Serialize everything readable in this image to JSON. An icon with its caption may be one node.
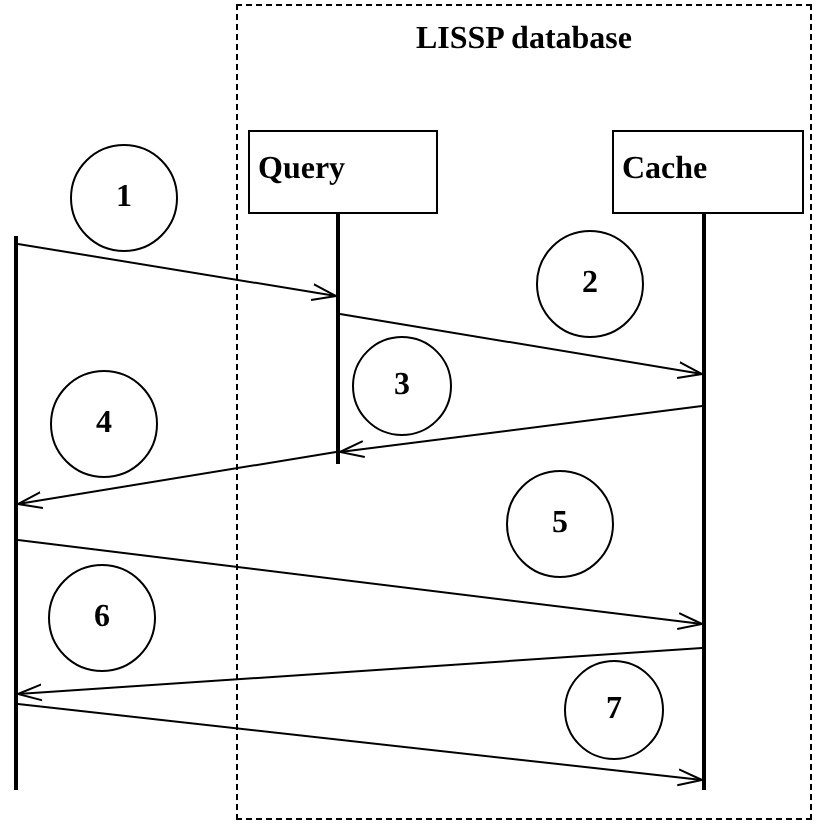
{
  "diagram": {
    "nodes": [
      {
        "text": [
          "LISSP database"
        ]
      },
      {
        "text": [
          "Query"
        ],
        "in": 0
      },
      {
        "text": [
          "Cache"
        ],
        "in": 0
      },
      {
        "text": [
          "1"
        ]
      },
      {
        "text": [],
        "shape": "bar"
      },
      {
        "text": [],
        "shape": "bar",
        "in": 0
      },
      {
        "text": [],
        "shape": "bar",
        "in": 0
      },
      {
        "text": [
          "2"
        ],
        "in": 0
      },
      {
        "text": [
          "3"
        ],
        "in": 0
      },
      {
        "text": [
          "4"
        ]
      },
      {
        "text": [
          "5"
        ],
        "in": 0
      },
      {
        "text": [
          "6"
        ]
      },
      {
        "text": [
          "7"
        ],
        "in": 0
      }
    ],
    "edges": [
      {
        "from": 4,
        "to": 5,
        "arrow": "to"
      },
      {
        "from": 5,
        "to": 6,
        "arrow": "to"
      },
      {
        "from": 6,
        "to": 5,
        "arrow": "to"
      },
      {
        "from": 5,
        "to": 4,
        "arrow": "to"
      },
      {
        "from": 4,
        "to": 6,
        "arrow": "to"
      },
      {
        "from": 6,
        "to": 4,
        "arrow": "to"
      },
      {
        "from": 4,
        "to": 6,
        "arrow": "to"
      }
    ]
  }
}
